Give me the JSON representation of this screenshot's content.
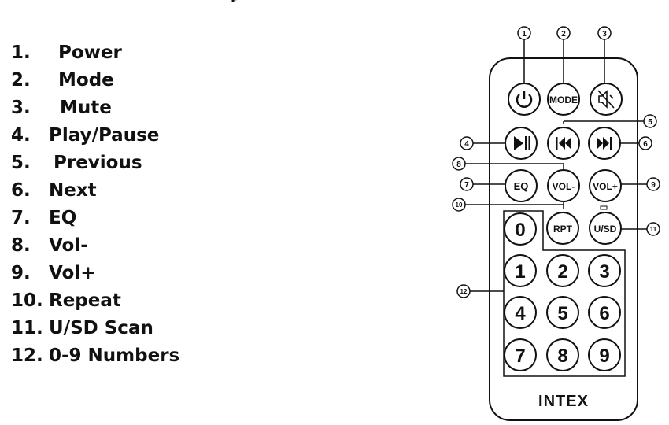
{
  "legend": [
    {
      "number": "1.",
      "label": "Power"
    },
    {
      "number": "2.",
      "label": "Mode"
    },
    {
      "number": "3.",
      "label": "Mute"
    },
    {
      "number": "4.",
      "label": "Play/Pause"
    },
    {
      "number": "5.",
      "label": "Previous"
    },
    {
      "number": "6.",
      "label": "Next"
    },
    {
      "number": "7.",
      "label": "EQ"
    },
    {
      "number": "8.",
      "label": "Vol-"
    },
    {
      "number": "9.",
      "label": "Vol+"
    },
    {
      "number": "10.",
      "label": "Repeat"
    },
    {
      "number": "11.",
      "label": "U/SD Scan"
    },
    {
      "number": "12.",
      "label": "0-9 Numbers"
    }
  ],
  "remote": {
    "brand": "INTEX",
    "buttons": {
      "power": {
        "icon": "power-icon"
      },
      "mode": {
        "label": "MODE"
      },
      "mute": {
        "icon": "speaker-mute-icon"
      },
      "play_pause": {
        "icon": "play-pause-icon"
      },
      "previous": {
        "icon": "previous-track-icon"
      },
      "next": {
        "icon": "next-track-icon"
      },
      "eq": {
        "label": "EQ"
      },
      "vol_down": {
        "label": "VOL-"
      },
      "vol_up": {
        "label": "VOL+"
      },
      "repeat": {
        "label": "RPT"
      },
      "usd": {
        "label": "U/SD"
      },
      "digits": [
        "0",
        "1",
        "2",
        "3",
        "4",
        "5",
        "6",
        "7",
        "8",
        "9"
      ]
    },
    "callouts": [
      "1",
      "2",
      "3",
      "4",
      "5",
      "6",
      "7",
      "8",
      "9",
      "10",
      "11",
      "12"
    ]
  }
}
